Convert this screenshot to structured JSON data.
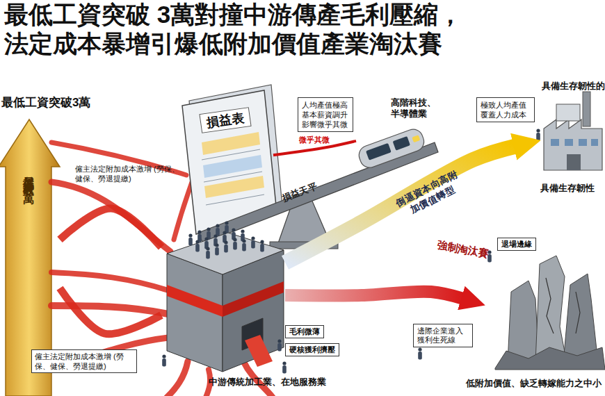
{
  "diagram": {
    "title": "最低工資突破 3萬對撞中游傳產毛利壓縮，法定成本暴增引爆低附加價值產業淘汰賽",
    "nodes": [
      {
        "text": [
          "最低工資突破3萬"
        ]
      },
      {
        "text": [
          "損益表"
        ]
      },
      {
        "text": [
          "人均產值極高 基本薪資調升 影響微乎其微"
        ]
      },
      {
        "text": [
          "高階科技、半導體業"
        ]
      },
      {
        "text": [
          "具備生存韌性的"
        ]
      },
      {
        "text": [
          "極致人均產值 覆蓋人力成本"
        ]
      },
      {
        "text": [
          "中游傳統加工業、在地服務業"
        ]
      },
      {
        "text": [
          "毛利微薄"
        ]
      },
      {
        "text": [
          "硬核獲利擠壓"
        ]
      },
      {
        "text": [
          "退場邊緣"
        ]
      },
      {
        "text": [
          "邊際企業進入 獲利生死線"
        ]
      },
      {
        "text": [
          "低附加價值、缺乏轉嫁能力之中小"
        ]
      }
    ],
    "edges": [
      {
        "from": 0,
        "to": 6,
        "label": "僱主法定附加成本激增 (勞保、健保、勞退提繳)",
        "arrow": "none"
      },
      {
        "from": 0,
        "to": 6,
        "label": "僱主法定附加成本激增 (勞保、健保、勞退提繳)",
        "arrow": "none"
      },
      {
        "from": 3,
        "to": 1,
        "label": "微乎其微",
        "arrow": "none"
      },
      {
        "from": 6,
        "to": 4,
        "label": "倒逼資本向高附加價值轉型",
        "arrow": "to"
      },
      {
        "from": 6,
        "to": 11,
        "label": "強制淘汰賽",
        "arrow": "to"
      }
    ],
    "labels": [
      "最低工資突破3萬",
      "損益天平",
      "具備生存韌性"
    ]
  }
}
